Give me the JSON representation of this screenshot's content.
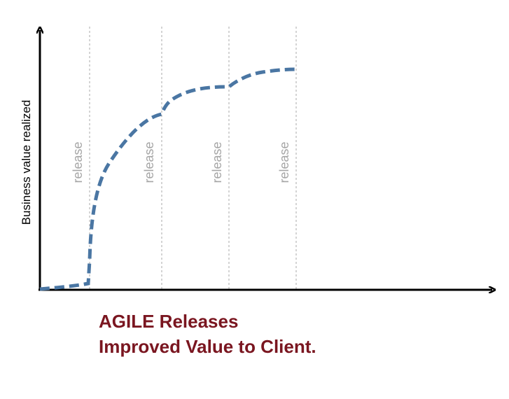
{
  "diagram": {
    "y_axis_label": "Business value realized",
    "release_markers": [
      "release",
      "release",
      "release",
      "release"
    ],
    "caption": [
      "AGILE Releases",
      "Improved Value to Client."
    ]
  },
  "colors": {
    "curve": "#4a76a3",
    "axis": "#000000",
    "release_line": "#a8a8a8",
    "release_text": "#a6a6a6",
    "caption": "#7a1620"
  }
}
